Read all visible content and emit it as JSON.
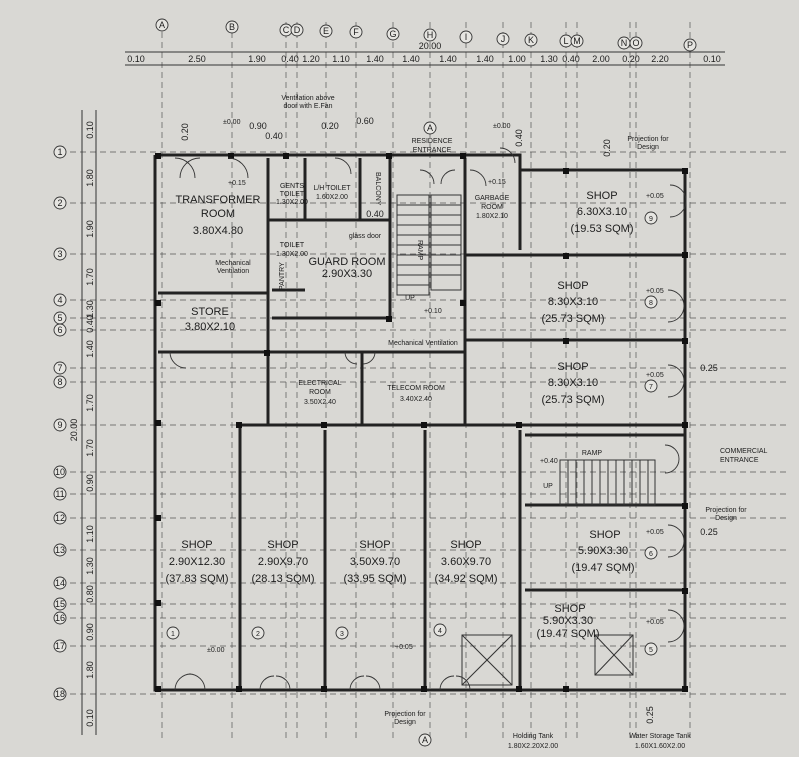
{
  "grid": {
    "columns": [
      "A",
      "B",
      "C",
      "D",
      "E",
      "F",
      "G",
      "H",
      "I",
      "J",
      "K",
      "L",
      "M",
      "N",
      "O",
      "P"
    ],
    "rows": [
      "1",
      "2",
      "3",
      "4",
      "5",
      "6",
      "7",
      "8",
      "9",
      "10",
      "11",
      "12",
      "13",
      "14",
      "15",
      "16",
      "17",
      "18"
    ]
  },
  "dimensions": {
    "top": [
      "0.10",
      "2.50",
      "1.90",
      "0.40",
      "1.20",
      "1.10",
      "1.40",
      "1.40",
      "1.40",
      "1.40",
      "1.00",
      "1.30",
      "0.40",
      "2.00",
      "0.20",
      "2.20",
      "0.10"
    ],
    "top_total": "20.00",
    "left": [
      "0.10",
      "1.80",
      "1.90",
      "1.70",
      "1.30",
      "0.40",
      "1.40",
      "1.70",
      "1.70",
      "0.90",
      "1.10",
      "1.30",
      "0.80",
      "0.90",
      "1.80",
      "0.10"
    ],
    "left_total": "20.00",
    "inner": [
      "0.20",
      "0.90",
      "0.40",
      "0.20",
      "0.60",
      "0.20",
      "0.40",
      "0.40",
      "0.25",
      "0.25",
      "0.25"
    ]
  },
  "rooms": [
    {
      "name": "TRANSFORMER",
      "name2": "ROOM",
      "size": "3.80X4.80"
    },
    {
      "name": "STORE",
      "size": "3.80X2.10"
    },
    {
      "name": "GENTS",
      "name2": "TOILET",
      "size": "1.30X2.00"
    },
    {
      "name": "L/H TOILET",
      "size": "1.60X2.00"
    },
    {
      "name": "TOILET",
      "size": "1.30X2.00"
    },
    {
      "name": "GUARD ROOM",
      "size": "2.90X3.30"
    },
    {
      "name": "GARBAGE",
      "name2": "ROOM",
      "size": "1.80X2.10"
    },
    {
      "name": "ELECTRICAL",
      "name2": "ROOM",
      "size": "3.50X2.40"
    },
    {
      "name": "TELECOM ROOM",
      "size": "3.40X2.40"
    },
    {
      "name": "SHOP",
      "size": "6.30X3.10",
      "area": "(19.53 SQM)"
    },
    {
      "name": "SHOP",
      "size": "8.30X3.10",
      "area": "(25.73 SQM)"
    },
    {
      "name": "SHOP",
      "size": "8.30X3.10",
      "area": "(25.73 SQM)"
    },
    {
      "name": "SHOP",
      "size": "5.90X3.30",
      "area": "(19.47 SQM)"
    },
    {
      "name": "SHOP",
      "size": "5.90X3.30",
      "area": "(19.47 SQM)"
    },
    {
      "name": "SHOP",
      "size": "2.90X12.30",
      "area": "(37.83 SQM)"
    },
    {
      "name": "SHOP",
      "size": "2.90X9.70",
      "area": "(28.13 SQM)"
    },
    {
      "name": "SHOP",
      "size": "3.50X9.70",
      "area": "(33.95 SQM)"
    },
    {
      "name": "SHOP",
      "size": "3.60X9.70",
      "area": "(34.92 SQM)"
    }
  ],
  "annotations": {
    "residence_entrance": [
      "RESIDENCE",
      "ENTRANCE"
    ],
    "commercial_entrance": [
      "COMMERCIAL",
      "ENTRANCE"
    ],
    "ramp": "RAMP",
    "up": "UP",
    "balcony": "BALCONY",
    "ventilation": [
      "Ventilation above",
      "door with E.Fan"
    ],
    "mech_vent": [
      "Mechanical",
      "Ventilation"
    ],
    "mech_vent_line": "Mechanical Ventilation",
    "projection": [
      "Projection for",
      "Design"
    ],
    "gate": "glass door",
    "pantry": "PANTRY",
    "holding_tank": [
      "Holding Tank",
      "1.80X2.20X2.00"
    ],
    "water_tank": [
      "Water Storage Tank",
      "1.60X1.60X2.00"
    ],
    "section_mark": "A",
    "levels": [
      "±0.00",
      "+0.15",
      "+0.15",
      "+0.05",
      "+0.10",
      "+0.05",
      "+0.05",
      "+0.05",
      "±0.00",
      "+0.40",
      "+0.05",
      "+0.05",
      "±0.00"
    ],
    "shop_numbers": [
      "1",
      "2",
      "3",
      "4",
      "5",
      "6",
      "7",
      "8",
      "9"
    ]
  },
  "colors": {
    "paper": "#d9d8d4",
    "ink": "#1c1c1c"
  }
}
